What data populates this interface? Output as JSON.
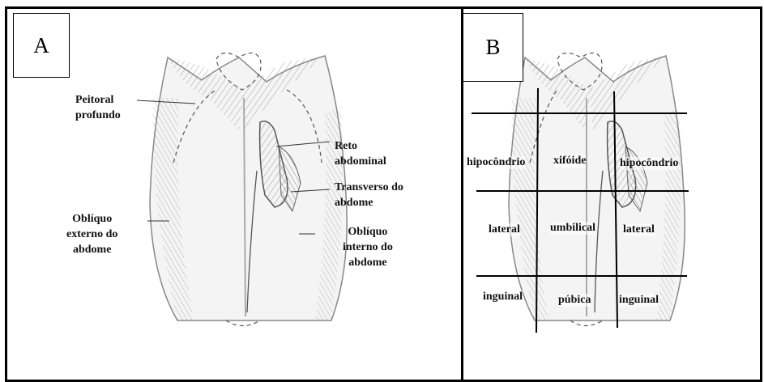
{
  "panels": {
    "a": {
      "label": "A",
      "muscles": {
        "pectoral": "Peitoral profundo",
        "pectoral_line1": "Peitoral",
        "pectoral_line2": "profundo",
        "rectus_line1": "Reto",
        "rectus_line2": "abdominal",
        "transverse_line1": "Transverso do",
        "transverse_line2": "abdome",
        "ext_oblique_line1": "Oblíquo",
        "ext_oblique_line2": "externo do",
        "ext_oblique_line3": "abdome",
        "int_oblique_line1": "Oblíquo",
        "int_oblique_line2": "interno do",
        "int_oblique_line3": "abdome"
      }
    },
    "b": {
      "label": "B",
      "regions": {
        "hypochondrium_left": "hipocôndrio",
        "xiphoid": "xifóide",
        "hypochondrium_right": "hipocôndrio",
        "lateral_left": "lateral",
        "umbilical": "umbilical",
        "lateral_right": "lateral",
        "inguinal_left": "inguinal",
        "pubic": "púbica",
        "inguinal_right": "inguinal"
      }
    }
  },
  "colors": {
    "border": "#000000",
    "drawing": "#7a7a7a",
    "background": "#ffffff"
  }
}
